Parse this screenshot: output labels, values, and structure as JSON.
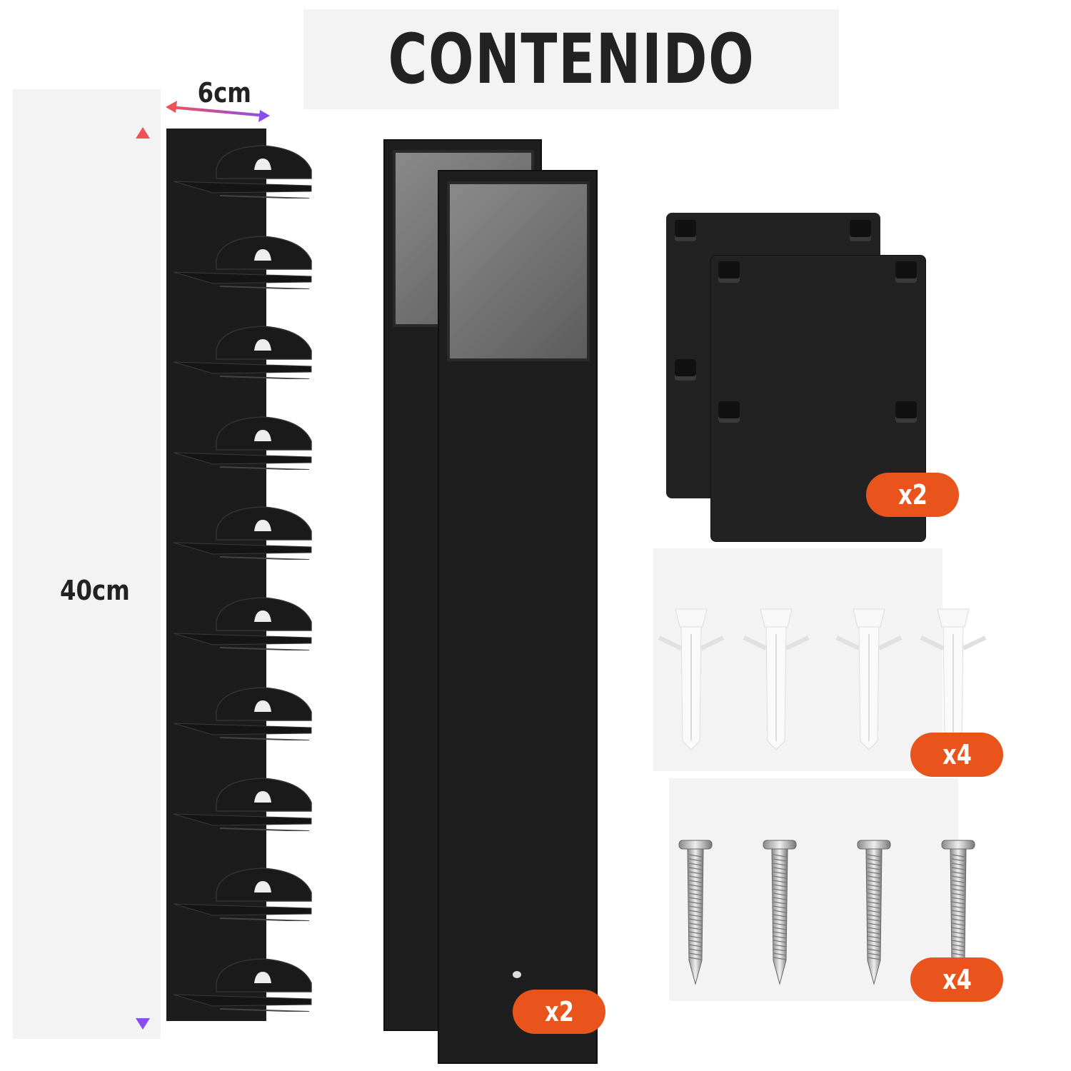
{
  "title": "CONTENIDO",
  "dimensions": {
    "width": "6cm",
    "height": "40cm"
  },
  "colors": {
    "badge": "#e8541c",
    "arrow_top": "#f0525a",
    "arrow_bottom": "#8b4df0",
    "title": "#222222"
  },
  "rack": {
    "hook_count": 10
  },
  "badges": {
    "strips": "x2",
    "plates": "x2",
    "anchors": "x4",
    "screws": "x4"
  }
}
